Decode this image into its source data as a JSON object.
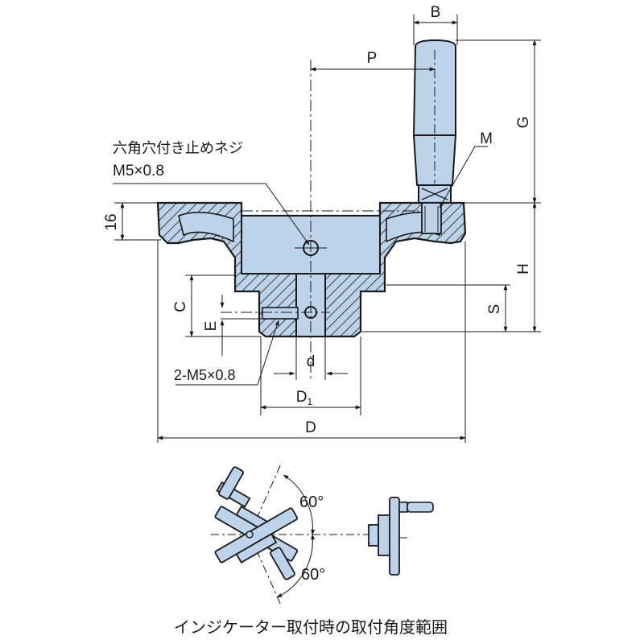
{
  "labels": {
    "B": "B",
    "P": "P",
    "G": "G",
    "M": "M",
    "H": "H",
    "S": "S",
    "C": "C",
    "E": "E",
    "d": "d",
    "D1_main": "D",
    "D1_sub": "1",
    "D": "D",
    "t16": "16",
    "screw_line1": "六角穴付き止めネジ",
    "screw_line2": "M5×0.8",
    "tapped": "2-M5×0.8",
    "angle_top": "60°",
    "angle_bottom": "60°",
    "caption": "インジケーター取付時の取付角度範囲"
  },
  "colors": {
    "part_fill": "#bcd3ea",
    "outline": "#1a1a1a",
    "hatch": "#1a1a1a",
    "dim": "#1a1a1a"
  }
}
